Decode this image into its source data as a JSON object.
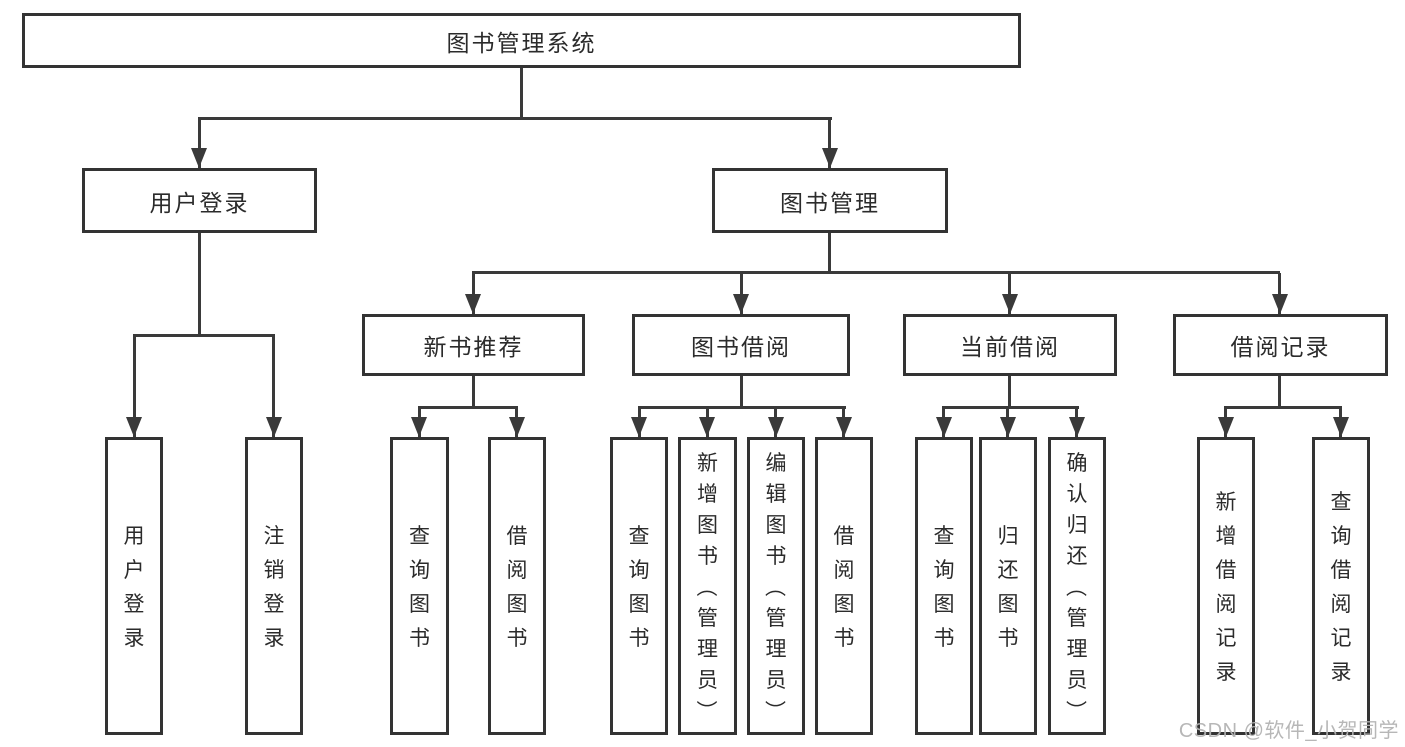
{
  "org_chart": {
    "root": {
      "label": "图书管理系统"
    },
    "branches": [
      {
        "label": "用户登录",
        "children": [
          {
            "label": "用户登录"
          },
          {
            "label": "注销登录"
          }
        ]
      },
      {
        "label": "图书管理",
        "children": [
          {
            "label": "新书推荐",
            "children": [
              {
                "label": "查询图书"
              },
              {
                "label": "借阅图书"
              }
            ]
          },
          {
            "label": "图书借阅",
            "children": [
              {
                "label": "查询图书"
              },
              {
                "label": "新增图书（管理员）"
              },
              {
                "label": "编辑图书（管理员）"
              },
              {
                "label": "借阅图书"
              }
            ]
          },
          {
            "label": "当前借阅",
            "children": [
              {
                "label": "查询图书"
              },
              {
                "label": "归还图书"
              },
              {
                "label": "确认归还（管理员）"
              }
            ]
          },
          {
            "label": "借阅记录",
            "children": [
              {
                "label": "新增借阅记录"
              },
              {
                "label": "查询借阅记录"
              }
            ]
          }
        ]
      }
    ]
  },
  "watermark": {
    "text": "CSDN @软件_小贺同学"
  },
  "colors": {
    "line": "#3a3a3a",
    "border": "#333333",
    "text": "#2b2b2b",
    "watermark": "#b4b4b4"
  }
}
